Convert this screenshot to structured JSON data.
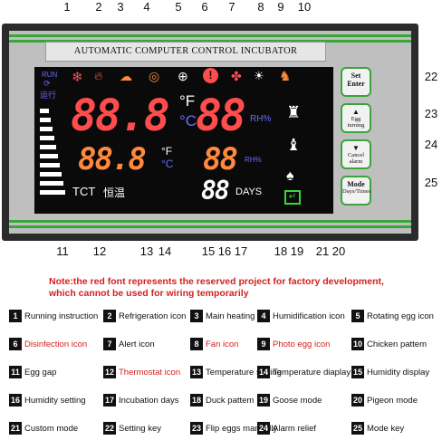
{
  "panel": {
    "title": "AUTOMATIC COMPUTER CONTROL INCUBATOR",
    "lcd": {
      "run_label": "RUN",
      "run_cn": "运行",
      "temp_main": "88.8",
      "temp_unit_f": "°F",
      "temp_unit_c": "°C",
      "temp_set": "88.8",
      "temp_set_unit_f": "°F",
      "temp_set_unit_c": "°C",
      "hum_main": "88",
      "hum_unit": "RH%",
      "hum_set": "88",
      "hum_set_unit": "RH%",
      "days_value": "88",
      "days_label": "DAYS",
      "tct_label": "TCT",
      "thermostat_cn": "恒温"
    },
    "keys": [
      {
        "line1": "Set",
        "line2": "Enter"
      },
      {
        "line1": "▲",
        "line2": "Egg turning"
      },
      {
        "line1": "▼",
        "line2": "Cancel alarm"
      },
      {
        "line1": "Mode",
        "line2": "Days/Times"
      }
    ]
  },
  "callouts": {
    "top": [
      "1",
      "2",
      "3",
      "4",
      "5",
      "6",
      "7",
      "8",
      "9",
      "10"
    ],
    "right": [
      "22",
      "23",
      "24",
      "25"
    ],
    "bottom": [
      "11",
      "12",
      "13",
      "14",
      "15",
      "16",
      "17",
      "18",
      "19",
      "21",
      "20"
    ]
  },
  "note": {
    "line1": "Note:the red font represents the reserved project for factory development,",
    "line2": "which cannot be used for wiring temporarily"
  },
  "legend": [
    {
      "num": "1",
      "label": "Running instruction",
      "red": false
    },
    {
      "num": "2",
      "label": "Refrigeration icon",
      "red": false
    },
    {
      "num": "3",
      "label": "Main heating",
      "red": false
    },
    {
      "num": "4",
      "label": "Humidification icon",
      "red": false
    },
    {
      "num": "5",
      "label": "Rotating egg icon",
      "red": false
    },
    {
      "num": "6",
      "label": "Disinfection icon",
      "red": true
    },
    {
      "num": "7",
      "label": "Alert icon",
      "red": false
    },
    {
      "num": "8",
      "label": "Fan icon",
      "red": true
    },
    {
      "num": "9",
      "label": "Photo egg icon",
      "red": true
    },
    {
      "num": "10",
      "label": "Chicken pattem",
      "red": false
    },
    {
      "num": "11",
      "label": "Egg gap",
      "red": false
    },
    {
      "num": "12",
      "label": "Thermostat icon",
      "red": true
    },
    {
      "num": "13",
      "label": "Temperature setting",
      "red": false
    },
    {
      "num": "14",
      "label": "Temperature diaplay",
      "red": false
    },
    {
      "num": "15",
      "label": "Humidity display",
      "red": false
    },
    {
      "num": "16",
      "label": "Humidity setting",
      "red": false
    },
    {
      "num": "17",
      "label": "Incubation days",
      "red": false
    },
    {
      "num": "18",
      "label": "Duck pattem",
      "red": false
    },
    {
      "num": "19",
      "label": "Goose mode",
      "red": false
    },
    {
      "num": "20",
      "label": "Pigeon mode",
      "red": false
    },
    {
      "num": "21",
      "label": "Custom mode",
      "red": false
    },
    {
      "num": "22",
      "label": "Setting key",
      "red": false
    },
    {
      "num": "23",
      "label": "Flip eggs manually",
      "red": false
    },
    {
      "num": "24",
      "label": "Alarm relief",
      "red": false
    },
    {
      "num": "25",
      "label": "Mode key",
      "red": false
    }
  ],
  "colors": {
    "lcd_red": "#ff4d4d",
    "lcd_orange": "#ff8a3d",
    "lcd_blue": "#6a6aff",
    "lcd_green": "#3ad63a",
    "stripe_green": "#3aa53a",
    "note_red": "#d42020"
  },
  "icons": [
    "run-icon",
    "snowflake-icon",
    "flame-icon",
    "cloud-rain-icon",
    "rotate-egg-icon",
    "plus-circle-icon",
    "alert-icon",
    "fan-icon",
    "bulb-icon",
    "chicken-icon",
    "duck-icon",
    "goose-icon",
    "pigeon-icon",
    "custom-icon"
  ]
}
